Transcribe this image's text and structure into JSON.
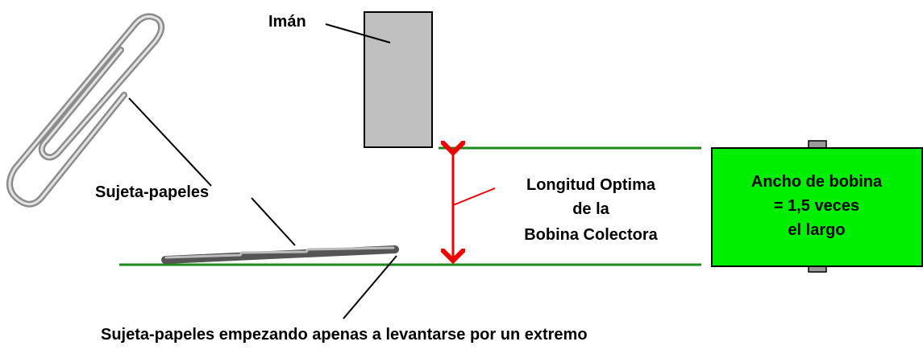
{
  "labels": {
    "magnet": "Imán",
    "paperclip": "Sujeta-papeles",
    "optimal_length_line1": "Longitud Optima",
    "optimal_length_line2": "de la",
    "optimal_length_line3": "Bobina Colectora",
    "coil_width_line1": "Ancho de bobina",
    "coil_width_line2": "= 1,5 veces",
    "coil_width_line3": "el largo",
    "caption": "Sujeta-papeles empezando apenas a levantarse por un extremo"
  },
  "colors": {
    "guide_line": "#1a8a1a",
    "arrow": "#ee0000",
    "coil_fill": "#00ee00",
    "magnet_fill": "#c0c0c0",
    "clip_stroke": "#a8a8a8",
    "text": "#000000"
  }
}
